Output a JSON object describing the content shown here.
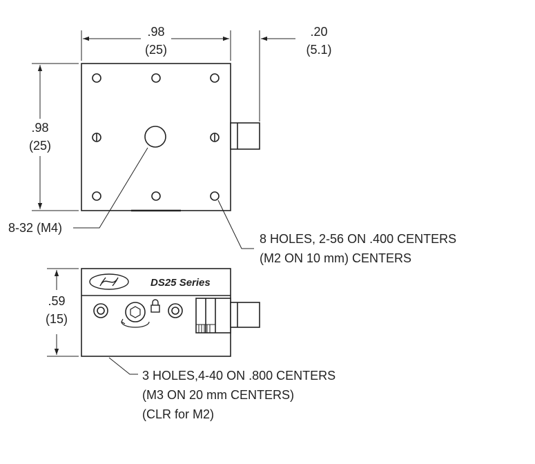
{
  "top_view": {
    "width_in": ".98",
    "width_mm": "(25)",
    "knob_in": ".20",
    "knob_mm": "(5.1)",
    "height_in": ".98",
    "height_mm": "(25)",
    "center_hole_label": "8-32 (M4)",
    "holes_note_line1": "8 HOLES, 2-56 ON .400 CENTERS",
    "holes_note_line2": "(M2 ON 10 mm) CENTERS"
  },
  "side_view": {
    "series_label": "DS25 Series",
    "height_in": ".59",
    "height_mm": "(15)",
    "holes_note_line1": "3 HOLES,4-40 ON .800 CENTERS",
    "holes_note_line2": "(M3 ON 20 mm CENTERS)",
    "holes_note_line3": "(CLR for M2)"
  },
  "colors": {
    "line": "#222222",
    "body_fill": "#ffffff"
  }
}
